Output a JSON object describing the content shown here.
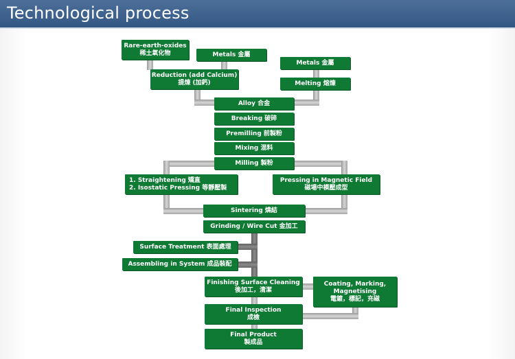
{
  "header": {
    "title": "Technological process"
  },
  "nodes": {
    "rare_earth": {
      "line1": "Rare-earth-oxides",
      "line2": "稀土氧化物"
    },
    "metals_1": {
      "line1": "Metals  金屬"
    },
    "metals_2": {
      "line1": "Metals  金屬"
    },
    "reduction": {
      "line1": "Reduction (add Calcium)",
      "line2": "提煉 (加鈣)"
    },
    "melting": {
      "line1": "Melting  熔煉"
    },
    "alloy": {
      "line1": "Alloy  合金"
    },
    "breaking": {
      "line1": "Breaking  破碎"
    },
    "premilling": {
      "line1": "Premilling  前製粉"
    },
    "mixing": {
      "line1": "Mixing  混料"
    },
    "milling": {
      "line1": "Milling  製粉"
    },
    "straightening": {
      "line1": "1. Straightening  矯直",
      "line2": "2. Isostatic Pressing  等靜壓製"
    },
    "pressing": {
      "line1": "Pressing in Magnetic Field",
      "line2": "磁場中模壓成型"
    },
    "sintering": {
      "line1": "Sintering  燒結"
    },
    "grinding": {
      "line1": "Grinding / Wire Cut  金加工"
    },
    "surface_treatment": {
      "line1": "Surface Treatment  表面處理"
    },
    "assembling": {
      "line1": "Assembling in System  成品裝配"
    },
    "finishing": {
      "line1": "Finishing Surface Cleaning",
      "line2": "後加工，清潔"
    },
    "coating": {
      "line1": "Coating, Marking,",
      "line2": "Magnetising",
      "line3": "電鍍，標記，充磁"
    },
    "final_inspection": {
      "line1": "Final Inspection",
      "line2": "成檢"
    },
    "final_product": {
      "line1": "Final Product",
      "line2": "製成品"
    }
  }
}
